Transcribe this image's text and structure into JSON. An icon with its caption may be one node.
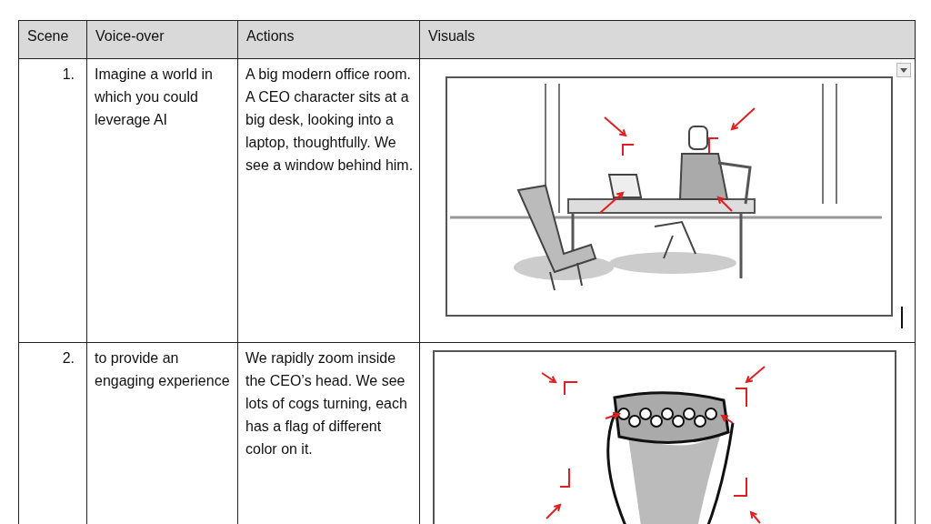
{
  "diagram": {
    "labels": [
      "Scene",
      "Voice-over",
      "Actions",
      "Visuals",
      "1.",
      "Imagine a world in which you could leverage AI",
      "A big modern office room. A CEO character sits at a big desk, looking into a laptop, thoughtfully. We see a window behind him.",
      "2.",
      "to provide an engaging experience",
      "We rapidly zoom inside the CEO’s head. We see lots of cogs turning, each has a flag of different color on it."
    ]
  }
}
